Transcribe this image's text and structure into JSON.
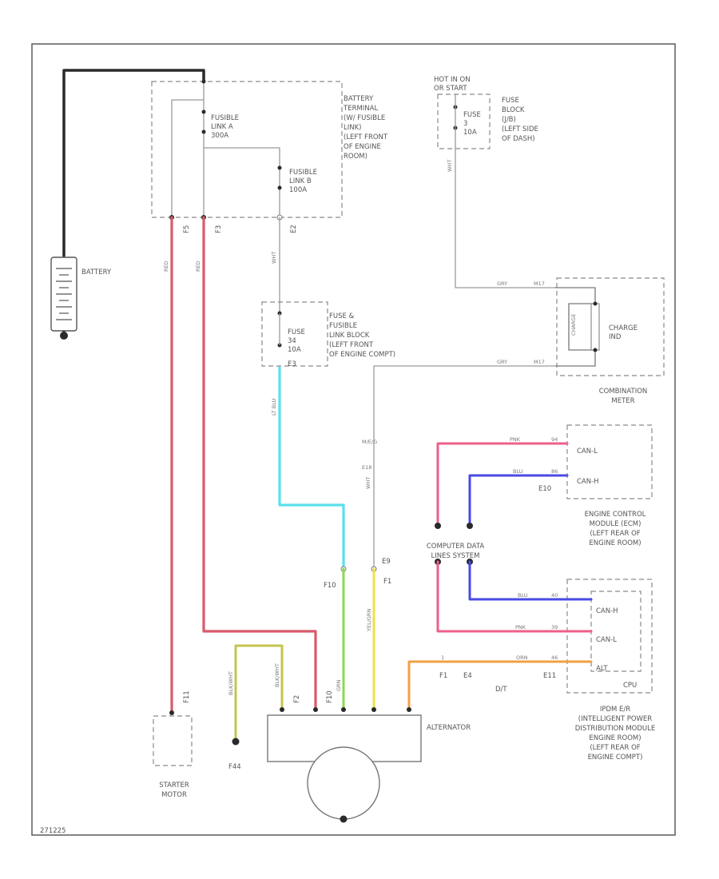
{
  "labels": {
    "battery": "BATTERY",
    "battery_terminal": [
      "BATTERY",
      "TERMINAL",
      "(W/ FUSIBLE",
      "LINK)",
      "(LEFT FRONT",
      "OF ENGINE",
      "ROOM)"
    ],
    "fusible_link_a": [
      "FUSIBLE",
      "LINK A",
      "300A"
    ],
    "fusible_link_b": [
      "FUSIBLE",
      "LINK B",
      "100A"
    ],
    "hot_in_start": [
      "HOT IN ON",
      "OR START"
    ],
    "fuse_3": [
      "FUSE",
      "3",
      "10A"
    ],
    "fuse_block": [
      "FUSE",
      "BLOCK",
      "(J/B)",
      "(LEFT SIDE",
      "OF DASH)"
    ],
    "fuse_34": [
      "FUSE",
      "34",
      "10A"
    ],
    "fuse_fusible_link_block": [
      "FUSE &",
      "FUSIBLE",
      "LINK BLOCK",
      "(LEFT FRONT",
      "OF ENGINE COMPT)"
    ],
    "charge_ind": [
      "CHARGE",
      "IND"
    ],
    "combination_meter": [
      "COMBINATION",
      "METER"
    ],
    "can_h": "CAN-H",
    "can_l": "CAN-L",
    "ecm": [
      "ENGINE CONTROL",
      "MODULE (ECM)",
      "(LEFT REAR OF",
      "ENGINE ROOM)"
    ],
    "computer_data_lines": [
      "COMPUTER DATA",
      "LINES SYSTEM"
    ],
    "alt": "ALT",
    "cpu": "CPU",
    "ipdm": [
      "IPDM E/R",
      "(INTELLIGENT POWER",
      "DISTRIBUTION MODULE",
      "ENGINE ROOM)",
      "(LEFT REAR OF",
      "ENGINE COMPT)"
    ],
    "alternator": "ALTERNATOR",
    "starter_motor": [
      "STARTER",
      "MOTOR"
    ],
    "f44": "F44",
    "figure_id": "271225"
  },
  "connectors": {
    "e2": "E2",
    "e3": "E3",
    "e10": "E10",
    "e11": "E11",
    "e18": "E18",
    "e9": "E9",
    "f1a": "F1",
    "f1b": "F1",
    "e4": "E4",
    "f11": "F11",
    "f2": "F2",
    "f10": "F10",
    "f5": "F5",
    "f3": "F3",
    "d_t": "D/T",
    "m17": "M17",
    "m_e_g": "M/E/G"
  },
  "wires": {
    "wht_fl": "WHT",
    "wht_fl2": "WHT",
    "lt_blu": "LT BLU",
    "wht2": "WHT",
    "gry1": "GRY",
    "gry2": "GRY",
    "pnk1": "PNK",
    "blu1": "BLU",
    "blu2": "BLU",
    "pnk2": "PNK",
    "orn": "ORN",
    "yel_grn": "YEL/GRN",
    "grn": "GRN",
    "blk_wht": "BLK/WHT",
    "red1": "RED",
    "red2": "RED"
  },
  "colors": {
    "black": "#2a2a2a",
    "gray": "#9a9a9a",
    "red": "#d85a6a",
    "cyan": "#5ae0ec",
    "pink": "#ee5f89",
    "blue": "#4a4ae6",
    "orange": "#f0a046",
    "yellow": "#eee04a",
    "green": "#8ed84e",
    "olive": "#c4c44e"
  }
}
